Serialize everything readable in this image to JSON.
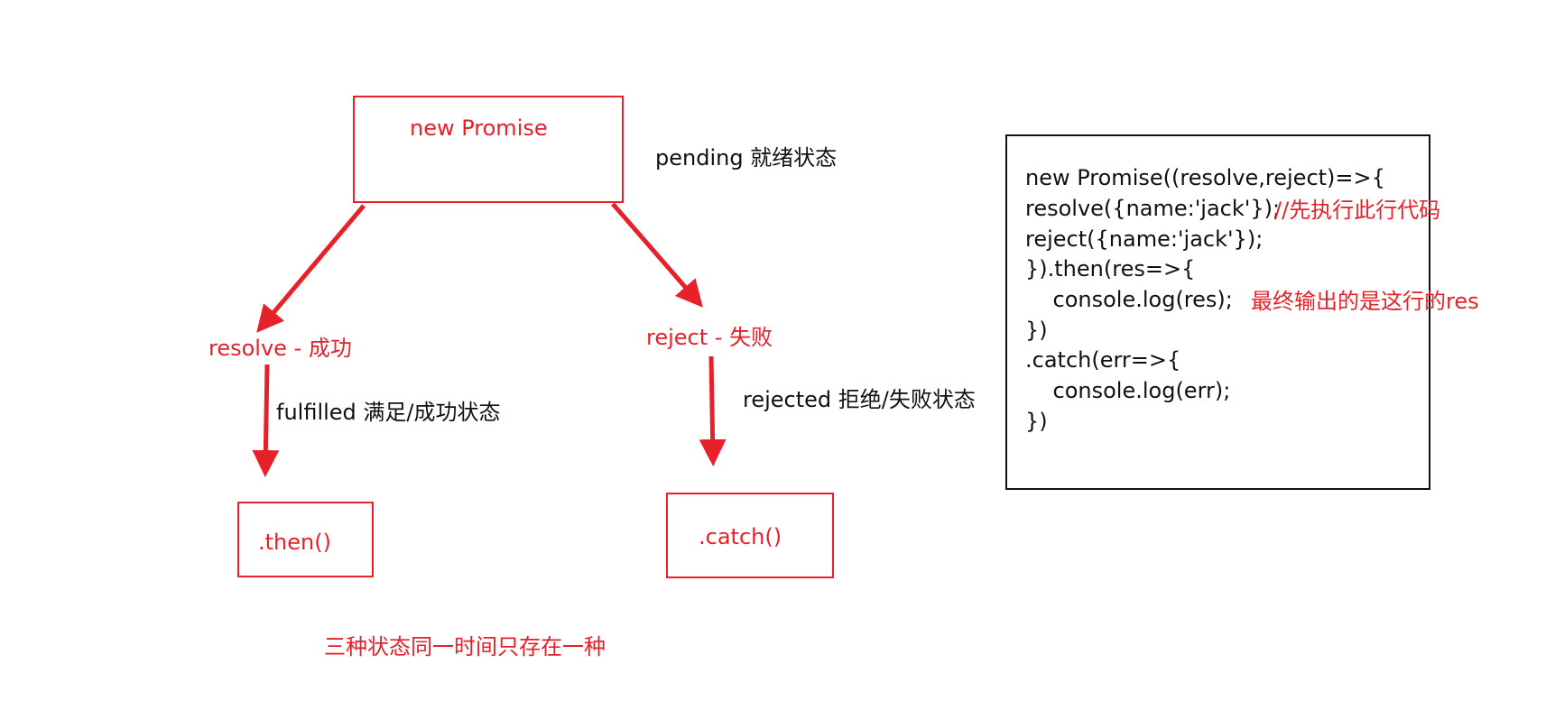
{
  "colors": {
    "accent_red": "#e8202a",
    "text_black": "#111111",
    "background": "#ffffff"
  },
  "nodes": {
    "new_promise": "new Promise",
    "resolve": "resolve - 成功",
    "reject": "reject - 失败",
    "then": ".then()",
    "catch": ".catch()"
  },
  "states": {
    "pending": "pending 就绪状态",
    "fulfilled": "fulfilled  满足/成功状态",
    "rejected": "rejected 拒绝/失败状态"
  },
  "note": "三种状态同一时间只存在一种",
  "code_panel": {
    "lines": [
      "new Promise((resolve,reject)=>{",
      "resolve({name:'jack'});",
      "reject({name:'jack'});",
      "}).then(res=>{",
      "    console.log(res);",
      "})",
      ".catch(err=>{",
      "    console.log(err);",
      "})"
    ],
    "comment_resolve": "//先执行此行代码",
    "comment_result": "最终输出的是这行的res"
  }
}
